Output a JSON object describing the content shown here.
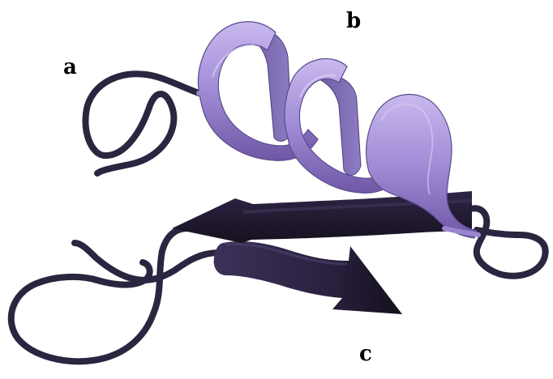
{
  "labels": {
    "a": "a",
    "b": "b",
    "c": "c"
  },
  "colors": {
    "background": "#ffffff",
    "helix": "#9b86cf",
    "helix_light": "#c6b6ea",
    "helix_dark": "#6f5aa6",
    "strand": "#251d36",
    "strand_light": "#3a3052",
    "coil": "#2b2540"
  },
  "structure_parts": [
    "coil",
    "alpha-helix",
    "beta-strand",
    "beta-strand"
  ]
}
